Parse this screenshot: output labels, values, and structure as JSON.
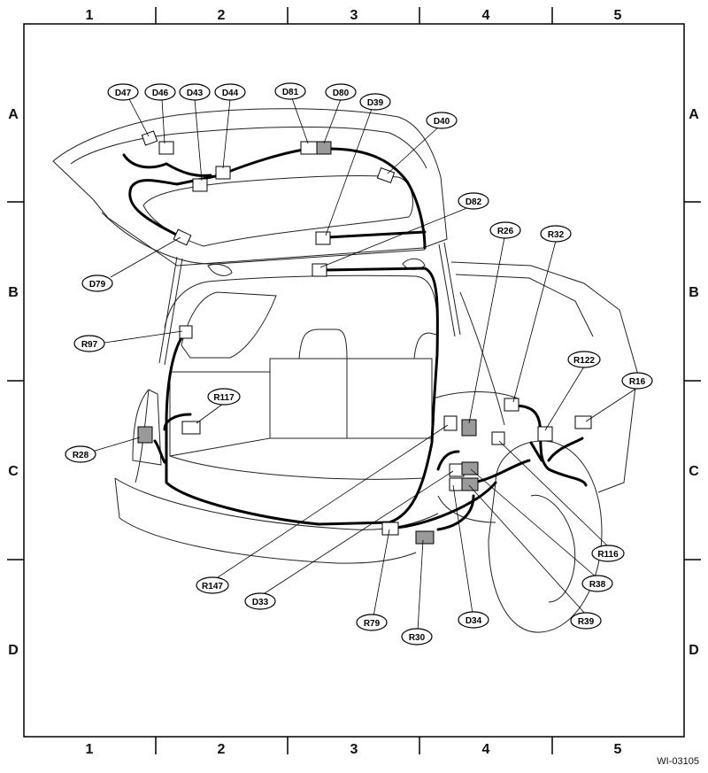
{
  "grid": {
    "columns": [
      "1",
      "2",
      "3",
      "4",
      "5"
    ],
    "rows": [
      "A",
      "B",
      "C",
      "D"
    ]
  },
  "figure_ref": "WI-03105",
  "callouts": {
    "D47": "D47",
    "D46": "D46",
    "D43": "D43",
    "D44": "D44",
    "D81": "D81",
    "D80": "D80",
    "D39": "D39",
    "D40": "D40",
    "D82": "D82",
    "D79": "D79",
    "R26": "R26",
    "R32": "R32",
    "R97": "R97",
    "R122": "R122",
    "R16": "R16",
    "R117": "R117",
    "R28": "R28",
    "R116": "R116",
    "R147": "R147",
    "R38": "R38",
    "D33": "D33",
    "R79": "R79",
    "D34": "D34",
    "R39": "R39",
    "R30": "R30"
  },
  "connector_colors": {
    "white": "#ffffff",
    "gray": "#9a9a9a"
  }
}
